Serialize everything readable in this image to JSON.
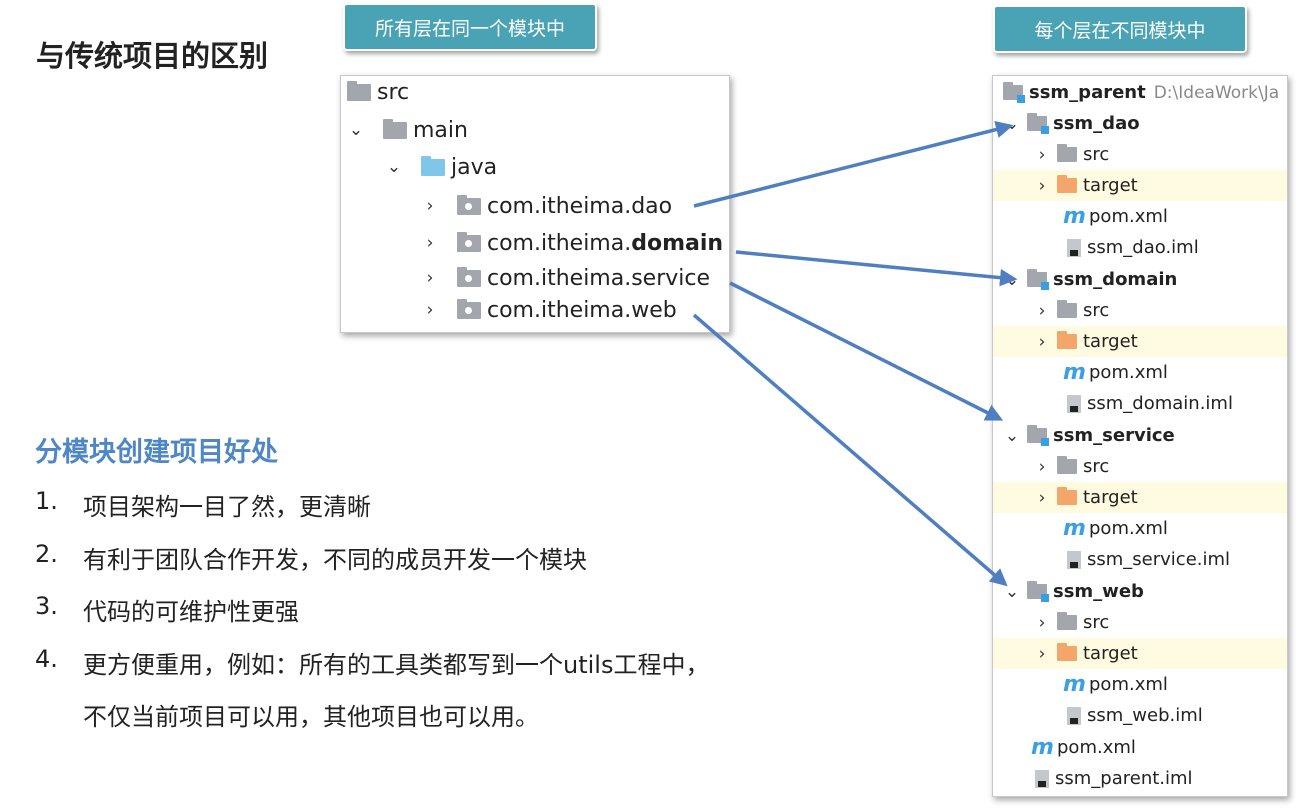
{
  "page": {
    "title": "与传统项目的区别",
    "tag_left": "所有层在同一个模块中",
    "tag_right": "每个层在不同模块中"
  },
  "left_tree": {
    "src": "src",
    "main": "main",
    "java": "java",
    "pkg_dao": "com.itheima.dao",
    "pkg_domain_prefix": "com.itheima.",
    "pkg_domain_bold": "domain",
    "pkg_service": "com.itheima.service",
    "pkg_web": "com.itheima.web"
  },
  "right_tree": {
    "root": "ssm_parent",
    "root_path": "D:\\IdeaWork\\Ja",
    "modules": [
      {
        "name": "ssm_dao",
        "src": "src",
        "target": "target",
        "pom": "pom.xml",
        "iml": "ssm_dao.iml"
      },
      {
        "name": "ssm_domain",
        "src": "src",
        "target": "target",
        "pom": "pom.xml",
        "iml": "ssm_domain.iml"
      },
      {
        "name": "ssm_service",
        "src": "src",
        "target": "target",
        "pom": "pom.xml",
        "iml": "ssm_service.iml"
      },
      {
        "name": "ssm_web",
        "src": "src",
        "target": "target",
        "pom": "pom.xml",
        "iml": "ssm_web.iml"
      }
    ],
    "root_pom": "pom.xml",
    "root_iml": "ssm_parent.iml"
  },
  "benefits": {
    "title": "分模块创建项目好处",
    "items": [
      {
        "num": "1.",
        "text": "项目架构一目了然，更清晰"
      },
      {
        "num": "2.",
        "text": "有利于团队合作开发，不同的成员开发一个模块"
      },
      {
        "num": "3.",
        "text": "代码的可维护性更强"
      },
      {
        "num": "4.",
        "text": "更方便重用，例如：所有的工具类都写到一个utils工程中，"
      }
    ],
    "item4_cont": "不仅当前项目可以用，其他项目也可以用。"
  },
  "colors": {
    "accent": "#4aa3b5",
    "arrow": "#4f7fc0",
    "subtitle": "#4f86c6"
  }
}
